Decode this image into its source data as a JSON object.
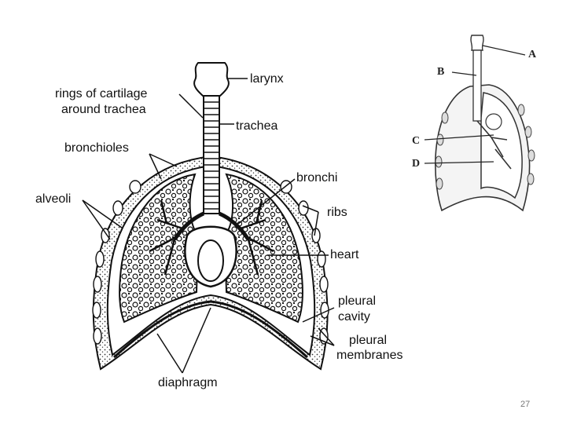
{
  "main_diagram": {
    "labels": {
      "larynx": "larynx",
      "rings_line1": "rings of cartilage",
      "rings_line2": "around trachea",
      "trachea": "trachea",
      "bronchioles": "bronchioles",
      "bronchi": "bronchi",
      "alveoli": "alveoli",
      "ribs": "ribs",
      "heart": "heart",
      "pleural_cavity_line1": "pleural",
      "pleural_cavity_line2": "cavity",
      "pleural_membranes_line1": "pleural",
      "pleural_membranes_line2": "membranes",
      "diaphragm": "diaphragm"
    }
  },
  "quiz_diagram": {
    "labels": {
      "a": "A",
      "b": "B",
      "c": "C",
      "d": "D"
    }
  },
  "page_number": "27"
}
